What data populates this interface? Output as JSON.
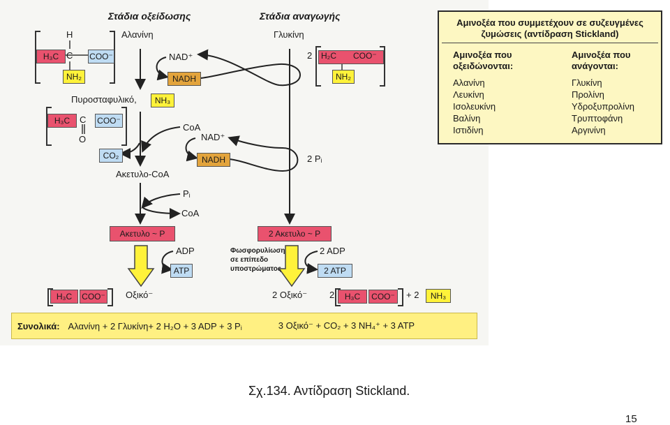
{
  "headers": {
    "oxidation": "Στάδια οξείδωσης",
    "reduction": "Στάδια αναγωγής"
  },
  "left": {
    "alanine_name": "Αλανίνη",
    "alanine_H": "H",
    "alanine_ch3": "H₃C",
    "alanine_c": "C",
    "alanine_coo": "COO⁻",
    "alanine_nh2": "NH₂",
    "pyruvate_name": "Πυροσταφυλικό,",
    "nh3": "NH₃",
    "pyr_ch3": "H₃C",
    "pyr_c": "C",
    "pyr_coo": "COO⁻",
    "pyr_o": "O",
    "co2": "CO₂",
    "acetylcoa": "Ακετυλο-CoA",
    "nad_top": "NAD⁺",
    "nadh_top": "NADH",
    "coa_in": "CoA",
    "nad_mid": "NAD⁺",
    "nadh_mid": "NADH",
    "pi": "Pᵢ",
    "coa_out": "CoA",
    "acetylp": "Ακετυλο ~ P",
    "adp": "ADP",
    "atp": "ATP",
    "acetate_ch3": "H₃C",
    "acetate_coo": "COO⁻",
    "acetate_name": "Οξικό⁻"
  },
  "right": {
    "glycine_name": "Γλυκίνη",
    "two": "2",
    "gly_ch2": "H₂C",
    "gly_coo": "COO⁻",
    "gly_nh2": "NH₂",
    "two_pi": "2 Pᵢ",
    "acetylp2": "2 Ακετυλο ~ P",
    "phos_note": "Φωσφορυλίωση\nσε επίπεδο\nυποστρώματος",
    "adp2": "2 ADP",
    "atp2": "2 ATP",
    "acetate2": "2 Οξικό⁻",
    "two_b": "2",
    "acetate2_ch3": "H₃C",
    "acetate2_coo": "COO⁻",
    "plus_nh3": "+ 2",
    "nh3b": "NH₃"
  },
  "total": {
    "label": "Συνολικά:",
    "equation": "Αλανίνη + 2 Γλυκίνη+ 2 H₂O + 3 ADP + 3 Pᵢ",
    "products": "3 Οξικό⁻ + CO₂ + 3 NH₄⁺ + 3 ATP"
  },
  "table": {
    "title": "Αμινοξέα που συμμετέχουν σε συζευγμένες\nζυμώσεις (αντίδραση Stickland)",
    "col1_header": "Αμινοξέα που\nοξειδώνονται:",
    "col2_header": "Αμινοξέα που\nανάγονται:",
    "oxidized": [
      "Αλανίνη",
      "Λευκίνη",
      "Ισολευκίνη",
      "Βαλίνη",
      "Ιστιδίνη"
    ],
    "reduced": [
      "Γλυκίνη",
      "Προλίνη",
      "Υδροξυπρολίνη",
      "Τρυπτοφάνη",
      "Αργινίνη"
    ]
  },
  "caption": "Σχ.134. Αντίδραση Stickland.",
  "page_number": "15",
  "colors": {
    "red": "#e9526e",
    "blue": "#bfdcf3",
    "yellow": "#fff23a",
    "orange": "#e3a43c",
    "panel": "#fdf7c2"
  }
}
